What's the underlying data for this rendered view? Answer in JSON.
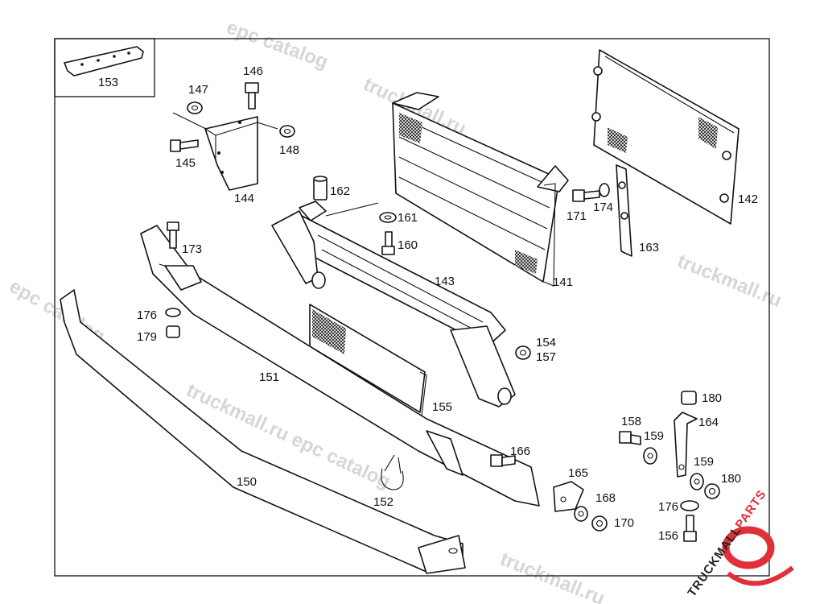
{
  "watermark": {
    "text_catalog": "epc catalog",
    "text_site": "truckmall.ru",
    "text_site_catalog": "truckmall.ru epc catalog",
    "color": "#d6d6d6"
  },
  "logo": {
    "text_dark": "TRUCKMALL",
    "text_accent": "PARTS",
    "accent_color": "#e0303a",
    "dark_color": "#222222"
  },
  "labels": {
    "p141": "141",
    "p142": "142",
    "p143": "143",
    "p144": "144",
    "p145": "145",
    "p146": "146",
    "p147": "147",
    "p148": "148",
    "p150": "150",
    "p151": "151",
    "p152": "152",
    "p153": "153",
    "p154": "154",
    "p155": "155",
    "p156": "156",
    "p157": "157",
    "p158": "158",
    "p159a": "159",
    "p159b": "159",
    "p160": "160",
    "p161": "161",
    "p162": "162",
    "p163": "163",
    "p164": "164",
    "p165": "165",
    "p166": "166",
    "p168": "168",
    "p170": "170",
    "p171": "171",
    "p173": "173",
    "p174": "174",
    "p176a": "176",
    "p176b": "176",
    "p179": "179",
    "p180a": "180",
    "p180b": "180"
  }
}
